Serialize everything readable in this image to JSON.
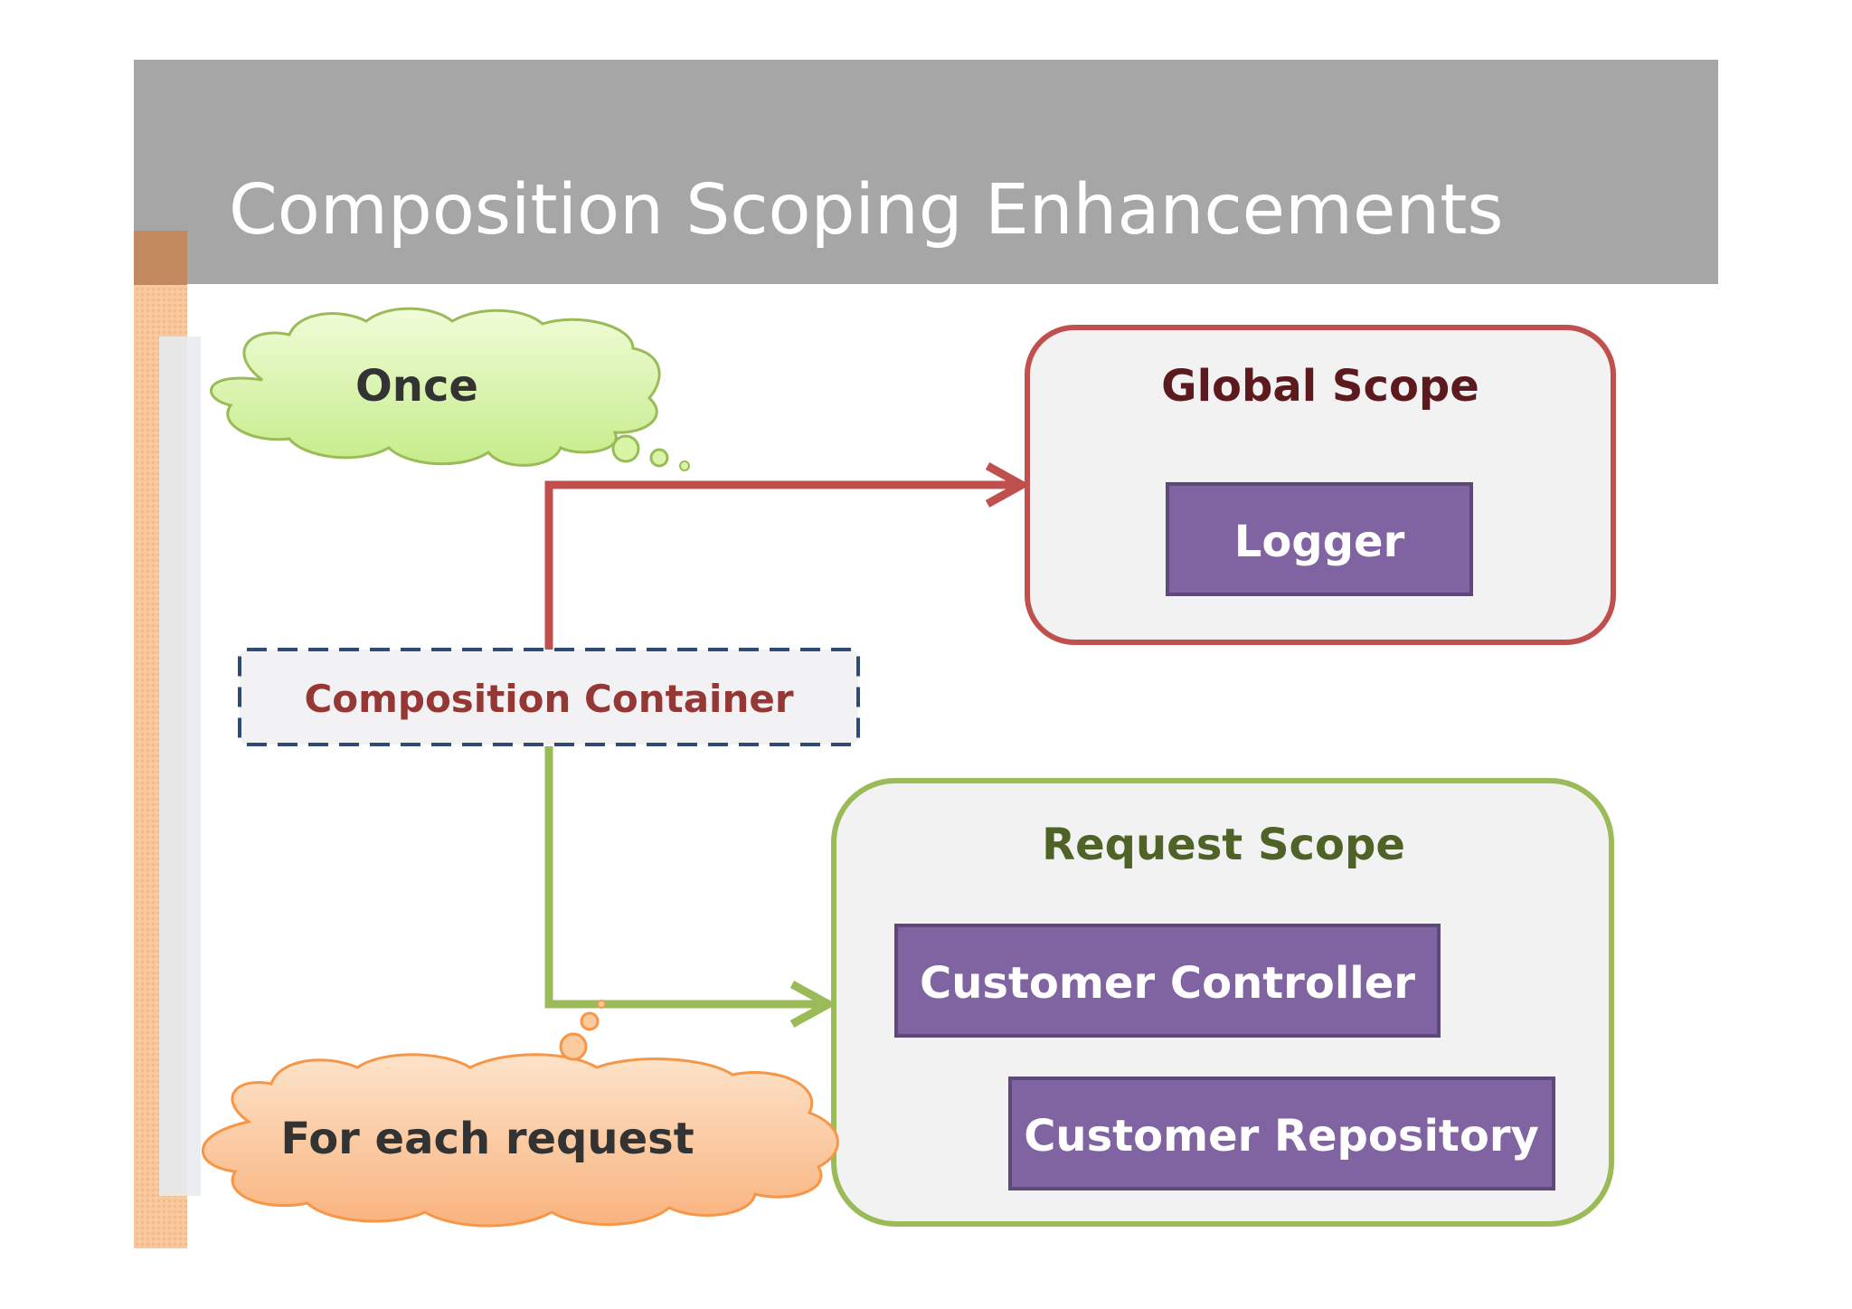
{
  "slide": {
    "title": "Composition Scoping Enhancements"
  },
  "diagram": {
    "container": {
      "label": "Composition Container",
      "text_color": "#953735",
      "border_color": "#2f4b73"
    },
    "global_scope": {
      "title": "Global Scope",
      "title_color": "#5c1a1e",
      "border_color": "#c0504d",
      "components": [
        "Logger"
      ]
    },
    "request_scope": {
      "title": "Request Scope",
      "title_color": "#4f6228",
      "border_color": "#9bbb59",
      "components": [
        "Customer Controller",
        "Customer Repository"
      ]
    },
    "callouts": {
      "once": "Once",
      "per_request": "For each request"
    },
    "colors": {
      "header_bar": "#a6a6a6",
      "component_fill": "#8064a2",
      "component_border": "#5f497a",
      "once_cloud_fill": "#d7f5a5",
      "request_cloud_fill": "#fbcba0",
      "global_arrow": "#c0504d",
      "request_arrow": "#9bbb59"
    }
  }
}
